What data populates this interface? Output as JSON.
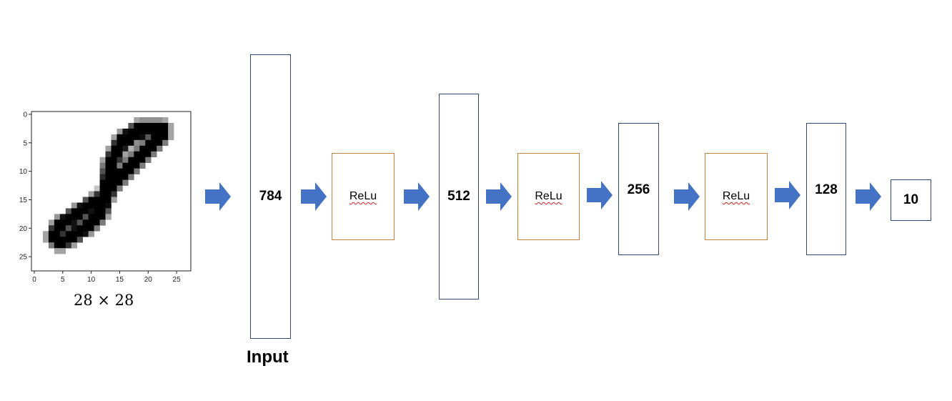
{
  "input_image": {
    "size_label": "28 × 28",
    "y_ticks": [
      "0",
      "5",
      "10",
      "15",
      "20",
      "25"
    ],
    "x_ticks": [
      "0",
      "5",
      "10",
      "15",
      "20",
      "25"
    ]
  },
  "network": {
    "input_layer": {
      "units": "784",
      "caption": "Input"
    },
    "activations": [
      "ReLu",
      "ReLu",
      "ReLu"
    ],
    "hidden_layers": [
      "512",
      "256",
      "128"
    ],
    "output_layer": {
      "units": "10"
    }
  },
  "colors": {
    "arrow": "#4472c4",
    "layer_border": "#2f4a7a",
    "activation_border": "#c7803a"
  }
}
